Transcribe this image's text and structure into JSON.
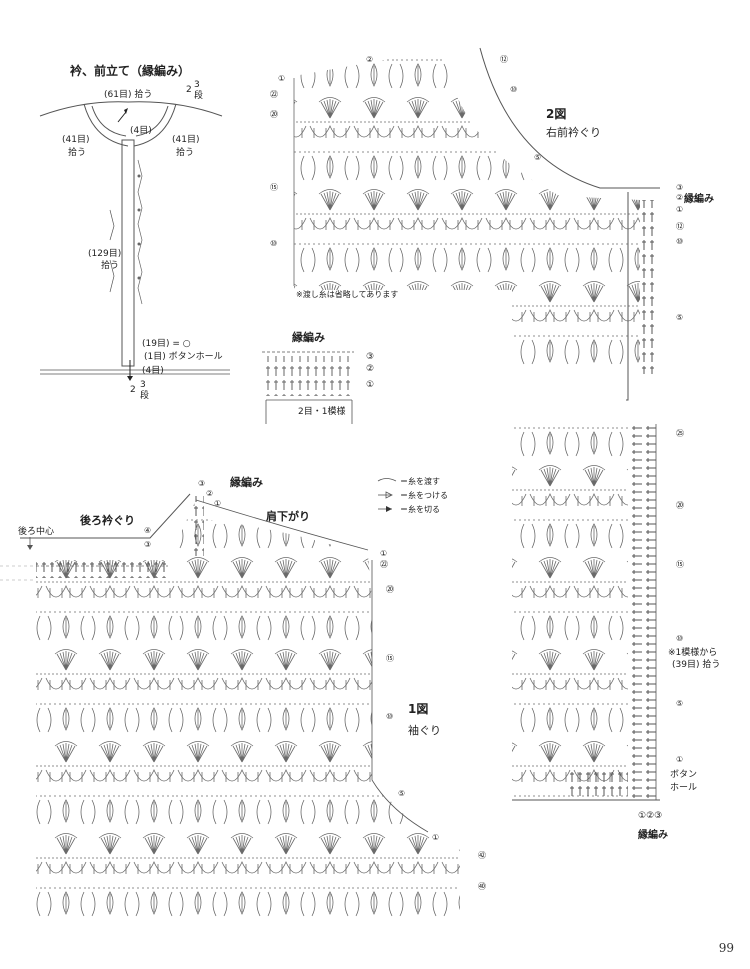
{
  "collar": {
    "title": "衿、前立て（縁編み）",
    "pick_61": "(61目) 拾う",
    "pick_4_top": "(4目)",
    "pick_41_left": "(41目)",
    "pick_41_right": "(41目)",
    "pick_word_left": "拾う",
    "pick_word_right": "拾う",
    "pick_129": "(129目)",
    "pick_129_word": "拾う",
    "rows_top_num": "2",
    "rows_top_3": "3",
    "rows_top_dan": "段",
    "buttonhole_19": "(19目) = ○",
    "buttonhole_1": "(1目) ボタンホール",
    "pick_4_bottom": "(4目)",
    "rows_bottom_num": "2",
    "rows_bottom_3": "3",
    "rows_bottom_dan": "段"
  },
  "edging_sample": {
    "title": "縁編み",
    "row_3": "③",
    "row_2": "②",
    "row_1": "①",
    "repeat_label": "2目・1模様"
  },
  "figure2": {
    "title": "2図",
    "subtitle": "右前衿ぐり",
    "note": "※渡し糸は省略してあります",
    "edging_label": "縁編み",
    "row_markers_top": [
      "⑫",
      "⑩",
      "⑤",
      "①",
      "②",
      "⑳",
      "㉒",
      "⑮",
      "⑩"
    ],
    "edge_rows": [
      "③",
      "②",
      "①",
      "⑫",
      "⑩",
      "⑤"
    ],
    "lower_markers": [
      "㉕",
      "⑳",
      "⑮",
      "⑩",
      "⑤",
      "①"
    ],
    "pickup_note_1": "※1模様から",
    "pickup_note_2": "(39目) 拾う",
    "button_hole_1": "ボタン",
    "button_hole_2": "ホール",
    "bottom_rows": "①②③",
    "bottom_edging": "縁編み"
  },
  "legend": {
    "item_1": "＝糸を渡す",
    "item_2": "＝糸をつける",
    "item_3": "＝糸を切る"
  },
  "figure1": {
    "title": "1図",
    "subtitle": "袖ぐり",
    "edging_label": "縁編み",
    "shoulder_label": "肩下がり",
    "back_neck_label": "後ろ衿ぐり",
    "back_center_label": "後ろ中心",
    "edging_rows": [
      "③",
      "②",
      "①"
    ],
    "neck_rows": [
      "④",
      "③"
    ],
    "side_markers": [
      "①",
      "㉒",
      "⑳",
      "⑮",
      "⑩",
      "⑤",
      "①",
      "㊷",
      "㊵"
    ]
  },
  "page_number": "99",
  "colors": {
    "line": "#555555",
    "stitch": "#6a6a6a",
    "text": "#222222"
  }
}
